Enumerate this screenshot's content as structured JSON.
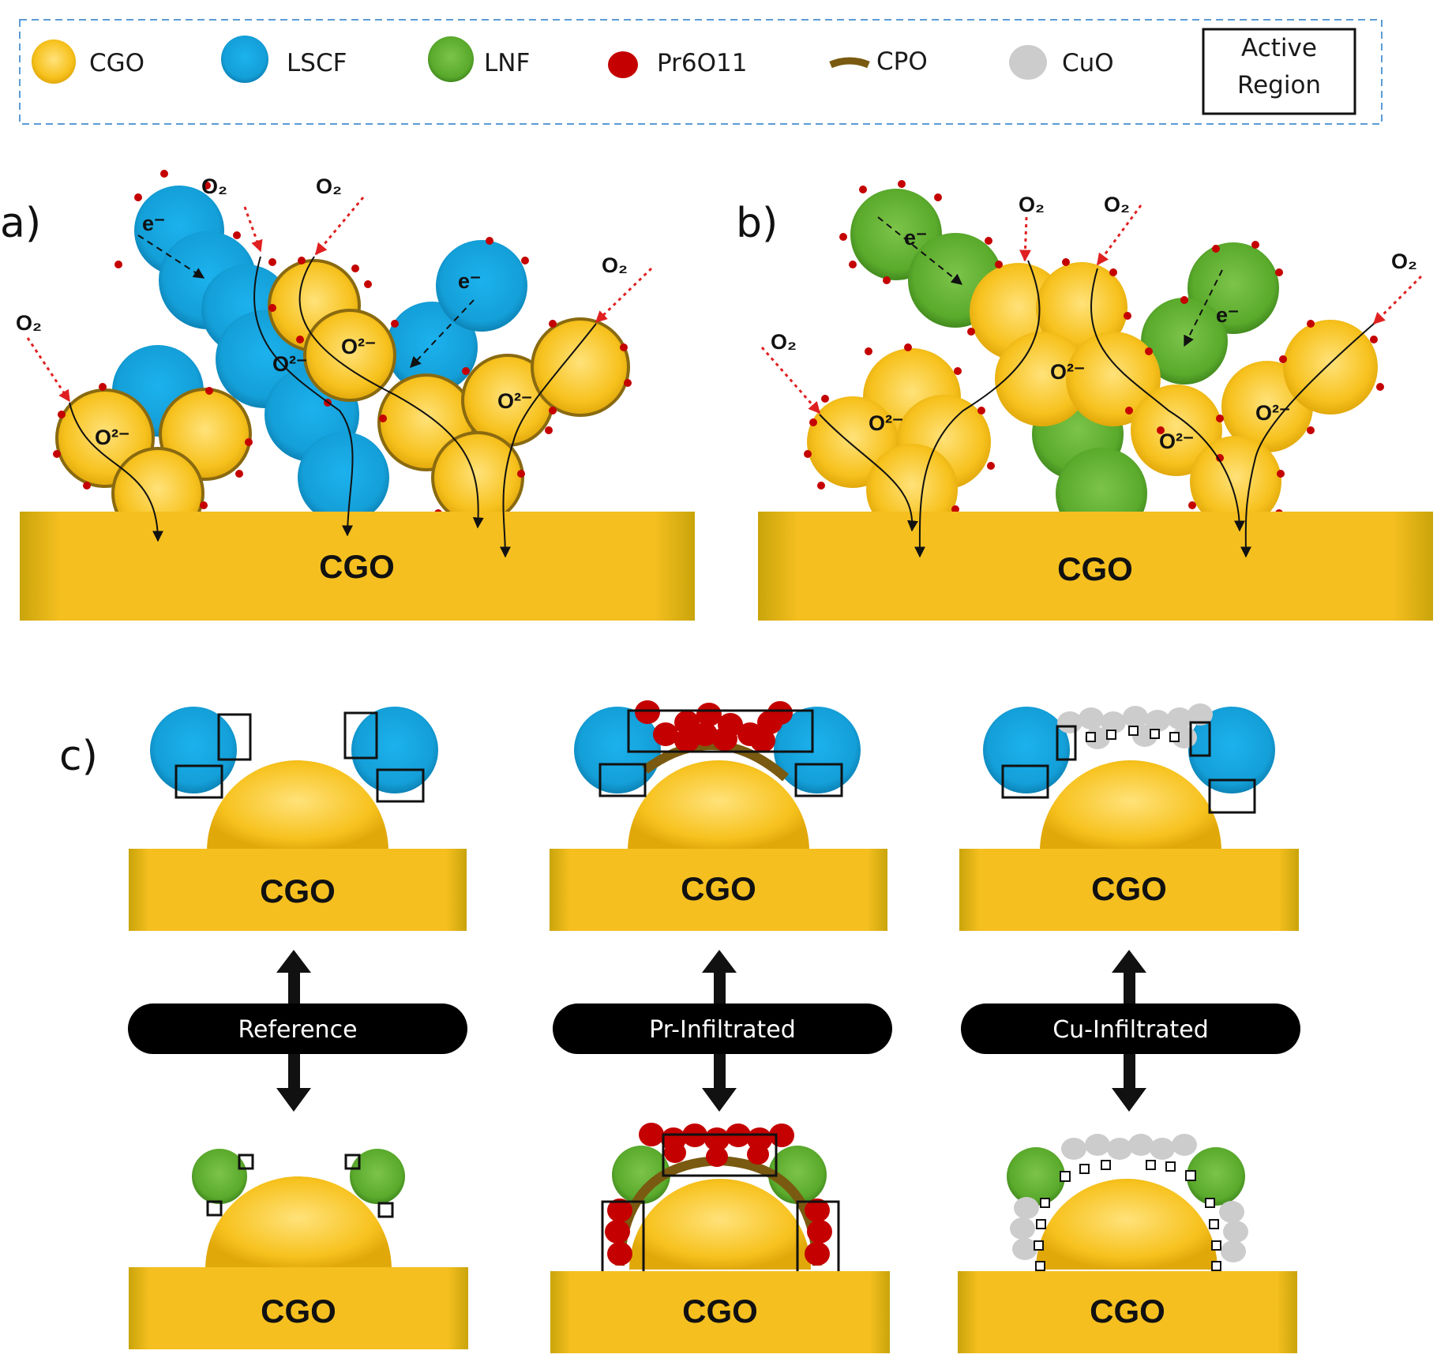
{
  "legend": {
    "items": [
      {
        "label": "CGO",
        "color": "#f5bc18"
      },
      {
        "label": "LSCF",
        "color": "#1aa0d8"
      },
      {
        "label": "LNF",
        "color": "#5aaa2c"
      },
      {
        "label": "Pr6O11",
        "color": "#c40000"
      },
      {
        "label": "CPO",
        "color": "#7a5a10"
      },
      {
        "label": "CuO",
        "color": "#cccccc"
      }
    ],
    "active_region": {
      "line1": "Active",
      "line2": "Region"
    }
  },
  "panels": {
    "a": "a)",
    "b": "b)",
    "c": "c)"
  },
  "labels": {
    "base": "CGO",
    "o2": "O₂",
    "electron": "e⁻",
    "oxide_ion": "O²⁻"
  },
  "pills": [
    "Reference",
    "Pr-Infiltrated",
    "Cu-Infiltrated"
  ],
  "colors": {
    "cgo": "#f5bc18",
    "lscf": "#1aa0d8",
    "lnf": "#5aaa2c",
    "pr": "#c40000",
    "cpo": "#7a5a10",
    "cuo": "#cccccc",
    "legend_border": "#5b9bd5"
  }
}
